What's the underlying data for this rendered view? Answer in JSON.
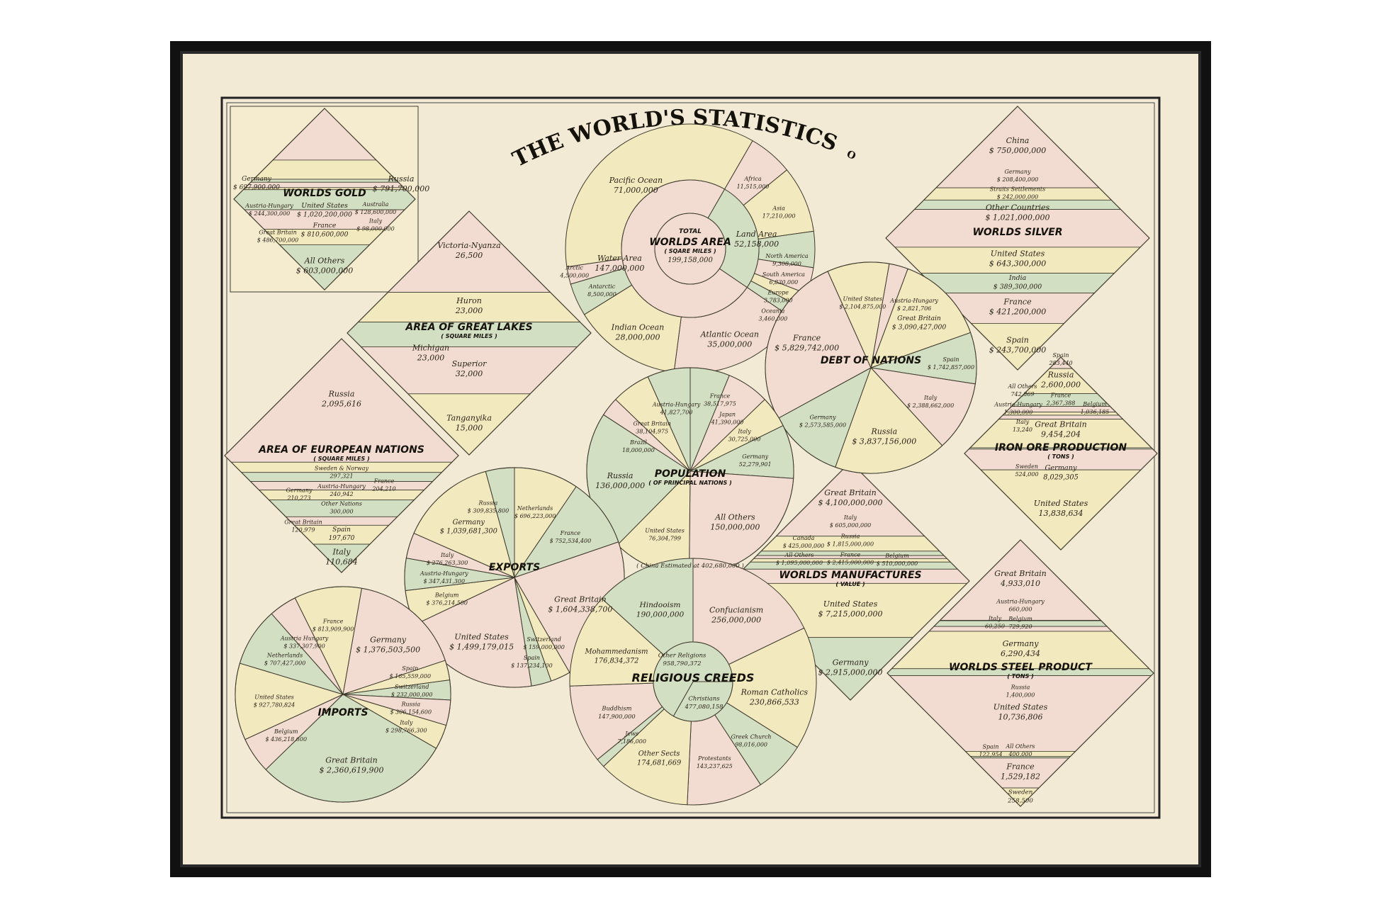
{
  "title_parts": [
    "THE WORLD'S STATISTICS",
    "OF",
    "TO DAY"
  ],
  "colors": {
    "pink": "#f2dcd2",
    "yellow": "#f3e9bf",
    "green": "#d3dfc3",
    "cream": "#f5ecd0",
    "paper": "#f3ead6",
    "frame": "#111111",
    "ink": "#3e3a2c"
  },
  "chart_data": [
    {
      "type": "table",
      "shape": "diamond",
      "title": "WORLDS GOLD",
      "subtitle": "",
      "unit_prefix": "$ ",
      "categories": [
        "Russia",
        "Germany",
        "Australia",
        "Austria-Hungary",
        "Italy",
        "United States",
        "France",
        "Great Britain",
        "All Others"
      ],
      "values": [
        791700000,
        697900000,
        128600000,
        244300000,
        98000000,
        1020200000,
        810600000,
        486700000,
        603000000
      ]
    },
    {
      "type": "pie",
      "shape": "rings",
      "title": "WORLDS AREA",
      "subtitle": "( SQARE MILES )",
      "center_label": "TOTAL",
      "total": 199158000,
      "unit_prefix": "",
      "middle": {
        "categories": [
          "Land Area",
          "Water Area"
        ],
        "values": [
          52158000,
          147000000
        ]
      },
      "categories": [
        "Africa",
        "Asia",
        "North America",
        "South America",
        "Europe",
        "Oceania",
        "Atlantic Ocean",
        "Indian Ocean",
        "Antarctic",
        "Arctic",
        "Pacific Ocean"
      ],
      "values": [
        11515000,
        17210000,
        9308000,
        6830000,
        3783000,
        3460000,
        35000000,
        28000000,
        8500000,
        4500000,
        71000000
      ]
    },
    {
      "type": "table",
      "shape": "diamond",
      "title": "WORLDS SILVER",
      "subtitle": "",
      "unit_prefix": "$ ",
      "categories": [
        "China",
        "Straits Settlements",
        "Germany",
        "Other Countries",
        "United States",
        "India",
        "France",
        "Spain"
      ],
      "values": [
        750000000,
        242000000,
        208400000,
        1021000000,
        643300000,
        389300000,
        421200000,
        243700000
      ]
    },
    {
      "type": "table",
      "shape": "diamond",
      "title": "AREA OF GREAT LAKES",
      "subtitle": "( SQUARE MILES )",
      "unit_prefix": "",
      "categories": [
        "Victoria-Nyanza",
        "Huron",
        "Michigan",
        "Superior",
        "Tanganyika"
      ],
      "values": [
        26500,
        23000,
        23000,
        32000,
        15000
      ]
    },
    {
      "type": "table",
      "shape": "diamond",
      "title": "AREA OF EUROPEAN NATIONS",
      "subtitle": "( SQUARE MILES )",
      "unit_prefix": "",
      "categories": [
        "Russia",
        "Sweden & Norway",
        "Austria-Hungary",
        "France",
        "Germany",
        "Other Nations",
        "Great Britain",
        "Spain",
        "Italy"
      ],
      "values": [
        2095616,
        297321,
        240942,
        204210,
        210273,
        300000,
        120979,
        197670,
        110684
      ]
    },
    {
      "type": "pie",
      "shape": "circle",
      "title": "DEBT OF NATIONS",
      "subtitle": "",
      "unit_prefix": "$ ",
      "categories": [
        "Austria-Hungary",
        "Great Britain",
        "Spain",
        "Italy",
        "Russia",
        "Germany",
        "France",
        "United States"
      ],
      "values": [
        2821706,
        3090427000,
        1742857000,
        2388662000,
        3837156000,
        2573585000,
        5829742000,
        2104875000
      ]
    },
    {
      "type": "table",
      "shape": "diamond",
      "title": "IRON ORE PRODUCTION",
      "subtitle": "( TONS )",
      "unit_prefix": "",
      "categories": [
        "Spain",
        "Russia",
        "France",
        "Austria-Hungary",
        "All Others",
        "Italy",
        "Belgium",
        "Great Britain",
        "Sweden",
        "Germany",
        "United States"
      ],
      "values": [
        283440,
        2600000,
        2367388,
        1300000,
        742869,
        13240,
        1036185,
        9454204,
        524000,
        8029305,
        13838634
      ]
    },
    {
      "type": "pie",
      "shape": "circle",
      "title": "POPULATION",
      "subtitle": "( OF PRINCIPAL NATIONS )",
      "note": "( China Estimated at 402,680,000 )",
      "unit_prefix": "",
      "categories": [
        "France",
        "Japan",
        "Italy",
        "Germany",
        "All Others",
        "United States",
        "Russia",
        "Brazil",
        "Great Britain",
        "Austria-Hungary"
      ],
      "values": [
        38517975,
        41390000,
        30725000,
        52279901,
        150000000,
        76304799,
        136000000,
        18000000,
        38104975,
        41827700
      ]
    },
    {
      "type": "pie",
      "shape": "circle",
      "title": "EXPORTS",
      "subtitle": "",
      "unit_prefix": "$ ",
      "categories": [
        "Netherlands",
        "France",
        "Great Britain",
        "Switzerland",
        "Spain",
        "United States",
        "Belgium",
        "Austria-Hungary",
        "Italy",
        "Germany",
        "Russia"
      ],
      "values": [
        696223000,
        752534400,
        1604338700,
        159000000,
        137234100,
        1499179015,
        376214500,
        347431300,
        276263300,
        1039681300,
        309835800
      ]
    },
    {
      "type": "pie",
      "shape": "circle",
      "title": "IMPORTS",
      "subtitle": "",
      "unit_prefix": "$ ",
      "categories": [
        "Germany",
        "Spain",
        "Switzerland",
        "Russia",
        "Italy",
        "Great Britain",
        "Belgium",
        "United States",
        "Netherlands",
        "Austria Hungary",
        "France"
      ],
      "values": [
        1376503500,
        165559000,
        232000000,
        306154600,
        298766300,
        2360619900,
        436218600,
        927780824,
        707427000,
        337307900,
        813909900
      ]
    },
    {
      "type": "pie",
      "shape": "rings",
      "title": "RELIGIOUS CREEDS",
      "subtitle": "",
      "unit_prefix": "",
      "middle": {
        "categories": [
          "Christians",
          "Other Religions"
        ],
        "values": [
          477080158,
          958790372
        ]
      },
      "categories": [
        "Confucianism",
        "Roman Catholics",
        "Greek Church",
        "Protestants",
        "Other Sects",
        "Jews",
        "Buddhism",
        "Mohammedanism",
        "Hindooism"
      ],
      "values": [
        256000000,
        230866533,
        98016000,
        143237625,
        174681669,
        7186000,
        147900000,
        176834372,
        190000000
      ]
    },
    {
      "type": "table",
      "shape": "diamond",
      "title": "WORLDS MANUFACTURES",
      "subtitle": "( VALUE )",
      "unit_prefix": "$ ",
      "categories": [
        "Great Britain",
        "Russia",
        "Italy",
        "Canada",
        "Belgium",
        "All Others",
        "France",
        "United States",
        "Germany"
      ],
      "values": [
        4100000000,
        1815000000,
        605000000,
        425000000,
        510000000,
        1095000000,
        2415000000,
        7215000000,
        2915000000
      ]
    },
    {
      "type": "table",
      "shape": "diamond",
      "title": "WORLDS STEEL PRODUCT",
      "subtitle": "( TONS )",
      "unit_prefix": "",
      "categories": [
        "Great Britain",
        "Italy",
        "Belgium",
        "Austria-Hungary",
        "Germany",
        "Russia",
        "United States",
        "All Others",
        "Spain",
        "France",
        "Sweden"
      ],
      "values": [
        4933010,
        60250,
        729920,
        660000,
        6290434,
        1400000,
        10736806,
        400000,
        122954,
        1529182,
        258500
      ]
    }
  ]
}
